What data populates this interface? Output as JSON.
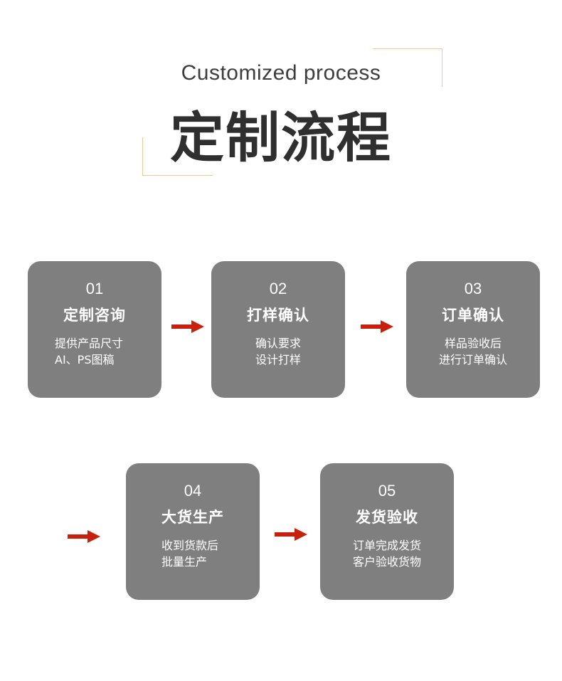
{
  "header": {
    "subtitle_en": "Customized process",
    "title_cn": "定制流程"
  },
  "steps": [
    {
      "num": "01",
      "title": "定制咨询",
      "desc": [
        "提供产品尺寸",
        "AI、PS图稿"
      ]
    },
    {
      "num": "02",
      "title": "打样确认",
      "desc": [
        "确认要求",
        "设计打样"
      ]
    },
    {
      "num": "03",
      "title": "订单确认",
      "desc": [
        "样品验收后",
        "进行订单确认"
      ]
    },
    {
      "num": "04",
      "title": "大货生产",
      "desc": [
        "收到货款后",
        "批量生产"
      ]
    },
    {
      "num": "05",
      "title": "发货验收",
      "desc": [
        "订单完成发货",
        "客户验收货物"
      ]
    }
  ],
  "colors": {
    "card": "#7f7f7f",
    "arrow": "#c8200e",
    "accent_bracket": "#efc99a",
    "title_text": "#2f2f2f"
  },
  "icons": {
    "arrow": "arrow-right-icon"
  }
}
